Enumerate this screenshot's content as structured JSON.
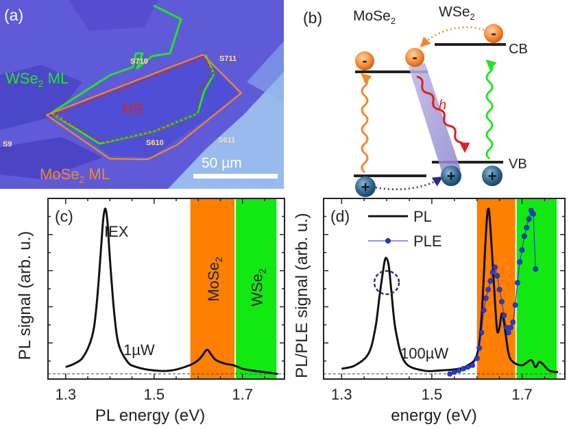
{
  "panel_a": {
    "letter": "(a)",
    "labels": {
      "wse2": "WSe",
      "wse2_sub": "2",
      "wse2_suffix": " ML",
      "hs": "HS",
      "mose2": "MoSe",
      "mose2_sub": "2",
      "mose2_suffix": " ML",
      "scale": "50 µm"
    },
    "chip_marks": [
      "S710",
      "S711",
      "S610",
      "S611",
      "S9"
    ],
    "colors": {
      "background": "#5f5ad8",
      "wse2": "#22e622",
      "hs": "#e02020",
      "mose2": "#f08a28",
      "scale": "#ffffff",
      "substrate_light": "#9fc4f0"
    }
  },
  "panel_b": {
    "letter": "(b)",
    "mose2": "MoSe",
    "mose2_sub": "2",
    "wse2": "WSe",
    "wse2_sub": "2",
    "cb": "CB",
    "vb": "VB",
    "h": "h",
    "electron": "-",
    "hole": "+",
    "colors": {
      "electron": "#f07a28",
      "hole": "#2a5c86",
      "orange_wave": "#f08a28",
      "red_wave": "#e02020",
      "green_wave": "#22e622",
      "dotted_e": "#f08a28",
      "dotted_h": "#2a2a8a"
    }
  },
  "chart_data": [
    {
      "type": "line",
      "panel": "(c)",
      "xlabel": "PL energy (eV)",
      "ylabel": "PL signal (arb. u.)",
      "xlim": [
        1.26,
        1.795
      ],
      "ylim": [
        0,
        1.05
      ],
      "xticks": [
        "1.3",
        "1.5",
        "1.7"
      ],
      "annotations": {
        "iex": "IEX",
        "power": "1µW"
      },
      "bands": [
        {
          "label": "MoSe",
          "sub": "2",
          "from": 1.582,
          "to": 1.682,
          "color": "#ff7f00"
        },
        {
          "label": "WSe",
          "sub": "2",
          "from": 1.685,
          "to": 1.777,
          "color": "#12e812"
        }
      ],
      "baseline": 0.03,
      "series": [
        {
          "x": [
            1.3,
            1.32,
            1.34,
            1.36,
            1.37,
            1.38,
            1.385,
            1.39,
            1.395,
            1.4,
            1.41,
            1.42,
            1.44,
            1.46,
            1.5,
            1.54,
            1.58,
            1.6,
            1.61,
            1.62,
            1.63,
            1.64,
            1.66,
            1.68,
            1.7,
            1.72,
            1.75,
            1.78
          ],
          "y": [
            0.07,
            0.09,
            0.13,
            0.25,
            0.43,
            0.76,
            0.93,
            0.99,
            0.9,
            0.7,
            0.38,
            0.2,
            0.1,
            0.07,
            0.05,
            0.05,
            0.08,
            0.11,
            0.14,
            0.17,
            0.14,
            0.11,
            0.09,
            0.08,
            0.06,
            0.05,
            0.04,
            0.03
          ]
        }
      ]
    },
    {
      "type": "line",
      "panel": "(d)",
      "xlabel": "energy (eV)",
      "ylabel": "PL/PLE signal (arb. u.)",
      "xlim": [
        1.26,
        1.795
      ],
      "ylim": [
        0,
        1.05
      ],
      "xticks": [
        "1.3",
        "1.5",
        "1.7"
      ],
      "annotations": {
        "power": "100µW"
      },
      "legend": [
        "PL",
        "PLE"
      ],
      "bands": [
        {
          "from": 1.6,
          "to": 1.685,
          "color": "#ff7f00"
        },
        {
          "from": 1.688,
          "to": 1.777,
          "color": "#12e812"
        }
      ],
      "baseline": 0.03,
      "series": [
        {
          "name": "PL",
          "x": [
            1.3,
            1.33,
            1.36,
            1.375,
            1.385,
            1.395,
            1.4,
            1.405,
            1.41,
            1.42,
            1.44,
            1.48,
            1.52,
            1.56,
            1.58,
            1.6,
            1.61,
            1.62,
            1.625,
            1.63,
            1.64,
            1.645,
            1.65,
            1.655,
            1.66,
            1.67,
            1.68,
            1.7,
            1.72,
            1.73,
            1.74,
            1.76,
            1.78
          ],
          "y": [
            0.06,
            0.08,
            0.15,
            0.3,
            0.5,
            0.68,
            0.7,
            0.65,
            0.52,
            0.28,
            0.1,
            0.05,
            0.05,
            0.06,
            0.08,
            0.14,
            0.35,
            0.85,
            0.99,
            0.88,
            0.45,
            0.28,
            0.3,
            0.38,
            0.33,
            0.15,
            0.1,
            0.08,
            0.11,
            0.07,
            0.1,
            0.05,
            0.04
          ]
        },
        {
          "name": "PLE",
          "x": [
            1.54,
            1.55,
            1.56,
            1.57,
            1.58,
            1.59,
            1.6,
            1.605,
            1.61,
            1.615,
            1.62,
            1.625,
            1.63,
            1.635,
            1.64,
            1.645,
            1.65,
            1.655,
            1.66,
            1.665,
            1.67,
            1.675,
            1.68,
            1.685,
            1.69,
            1.695,
            1.7,
            1.705,
            1.71,
            1.715,
            1.72,
            1.725,
            1.73
          ],
          "y": [
            0.03,
            0.04,
            0.05,
            0.06,
            0.07,
            0.08,
            0.12,
            0.18,
            0.27,
            0.4,
            0.47,
            0.52,
            0.57,
            0.62,
            0.65,
            0.6,
            0.52,
            0.45,
            0.37,
            0.3,
            0.27,
            0.3,
            0.33,
            0.43,
            0.56,
            0.68,
            0.75,
            0.83,
            0.88,
            0.93,
            0.98,
            0.96,
            0.64
          ]
        }
      ]
    }
  ]
}
